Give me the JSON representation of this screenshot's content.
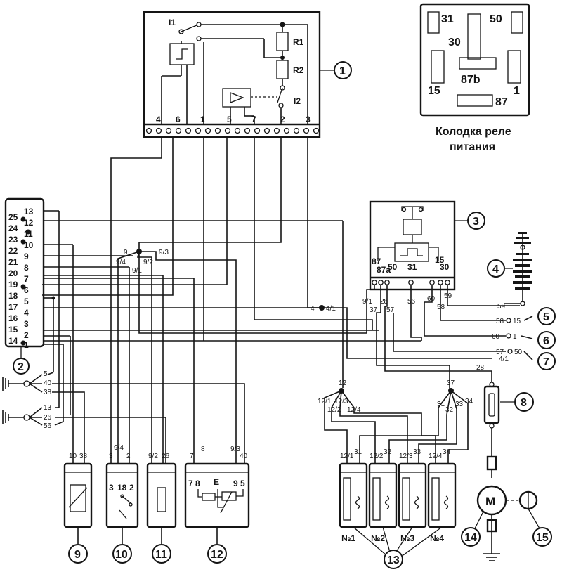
{
  "relay_socket": {
    "caption_line1": "Колодка реле",
    "caption_line2": "питания",
    "pins": [
      "31",
      "30",
      "50",
      "87b",
      "15",
      "1",
      "87"
    ]
  },
  "ecu_module": {
    "number": "1",
    "switch1": "I1",
    "switch2": "I2",
    "resistor1": "R1",
    "resistor2": "R2",
    "pins": [
      "4",
      "6",
      "1",
      "5",
      "7",
      "2",
      "3"
    ]
  },
  "connector": {
    "number": "2",
    "pins": [
      "13",
      "12",
      "25",
      "11",
      "24",
      "10",
      "23",
      "9",
      "22",
      "8",
      "21",
      "7",
      "20",
      "6",
      "19",
      "5",
      "18",
      "4",
      "17",
      "3",
      "16",
      "2",
      "15",
      "1",
      "14"
    ]
  },
  "relay": {
    "number": "3",
    "pins": [
      "87",
      "87a",
      "50",
      "31",
      "15",
      "30"
    ],
    "wires": [
      "9/1",
      "28",
      "56",
      "60",
      "58",
      "59",
      "37",
      "57"
    ]
  },
  "junction_left": {
    "labels": [
      "9",
      "9/3",
      "9/4",
      "9/2",
      "9/1"
    ]
  },
  "splice": {
    "labels": [
      "4",
      "4/1"
    ]
  },
  "ground_groups": [
    {
      "labels": [
        "5",
        "40",
        "38"
      ]
    },
    {
      "labels": [
        "13",
        "26",
        "56"
      ]
    }
  ],
  "right_labels": {
    "w59": "59",
    "w58": "58",
    "w58b": "15",
    "w60": "60",
    "w60b": "1",
    "w57": "57",
    "w57b": "50",
    "w41": "4/1",
    "w28": "28"
  },
  "injector_junctions": {
    "left": [
      "12",
      "12/1",
      "12/3",
      "12/2",
      "12/4"
    ],
    "right": [
      "37",
      "31",
      "32",
      "33",
      "34"
    ]
  },
  "components": [
    {
      "number": "4"
    },
    {
      "number": "5"
    },
    {
      "number": "6"
    },
    {
      "number": "7"
    },
    {
      "number": "8"
    },
    {
      "number": "9",
      "pins": [
        "10",
        "38"
      ]
    },
    {
      "number": "10",
      "pins": [
        "3",
        "9/4",
        "2"
      ],
      "terms": [
        "3",
        "18",
        "2"
      ]
    },
    {
      "number": "11",
      "pins": [
        "9/2",
        "26"
      ]
    },
    {
      "number": "12",
      "pins": [
        "7",
        "8",
        "9/3",
        "40"
      ],
      "terms": [
        "7",
        "8",
        "E",
        "9",
        "5"
      ]
    },
    {
      "number": "13"
    },
    {
      "number": "14",
      "motor": "M"
    },
    {
      "number": "15"
    }
  ],
  "injectors": [
    {
      "label": "№1",
      "pins": [
        "12/1",
        "31"
      ]
    },
    {
      "label": "№2",
      "pins": [
        "12/2",
        "32"
      ]
    },
    {
      "label": "№3",
      "pins": [
        "12/3",
        "33"
      ]
    },
    {
      "label": "№4",
      "pins": [
        "12/4",
        "34"
      ]
    }
  ]
}
